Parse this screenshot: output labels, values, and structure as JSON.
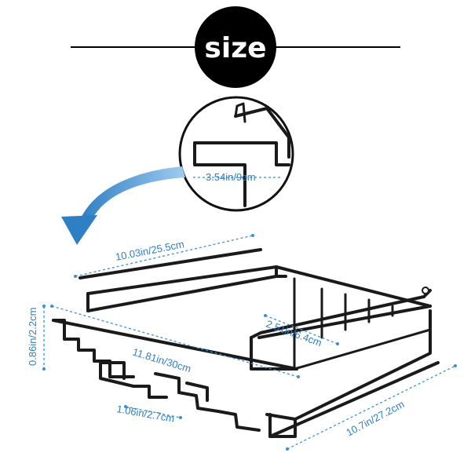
{
  "title": "size",
  "colors": {
    "accent": "#2f7fc4",
    "arrow": "#3b8fd6",
    "wire": "#1a1a1a",
    "badge": "#000000"
  },
  "icons": {
    "arrow": "curved-arrow-icon"
  },
  "dimensions": {
    "top_length": "10.03in/25.5cm",
    "height": "0.86in/2.2cm",
    "inner_width": "2.51in/6.4cm",
    "depth": "11.81in/30cm",
    "slot_gap": "1.06in/2.7cm",
    "front_width": "10.7in/27.2cm",
    "detail_width": "3.54in/9cm"
  }
}
